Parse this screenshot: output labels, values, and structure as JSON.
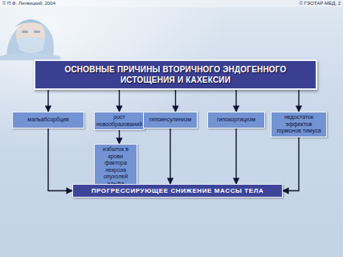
{
  "diagram": {
    "nodes": [
      {
        "text": [
          "ОСНОВНЫЕ ПРИЧИНЫ ВТОРИЧНОГО ЭНДОГЕННОГО ИСТОЩЕНИЯ И КАХЕКСИИ"
        ]
      },
      {
        "text": [
          "мальабсорбция"
        ]
      },
      {
        "text": [
          "рост новообразований"
        ]
      },
      {
        "text": [
          "гипоинсулинизм"
        ]
      },
      {
        "text": [
          "гипокортицизм"
        ]
      },
      {
        "text": [
          "недостаток эффектов гормонов тимуса"
        ]
      },
      {
        "text": [
          "избыток в крови фактора некроза опухолей альфа"
        ]
      },
      {
        "text": [
          "ПРОГРЕССИРУЮЩЕЕ СНИЖЕНИЕ МАССЫ ТЕЛА"
        ]
      }
    ],
    "edges": [
      {
        "from": 0,
        "to": 1,
        "arrow": "to"
      },
      {
        "from": 0,
        "to": 2,
        "arrow": "to"
      },
      {
        "from": 0,
        "to": 3,
        "arrow": "to"
      },
      {
        "from": 0,
        "to": 4,
        "arrow": "to"
      },
      {
        "from": 0,
        "to": 5,
        "arrow": "to"
      },
      {
        "from": 2,
        "to": 6,
        "arrow": "to"
      },
      {
        "from": 1,
        "to": 7,
        "arrow": "to"
      },
      {
        "from": 6,
        "to": 7,
        "arrow": "to"
      },
      {
        "from": 3,
        "to": 7,
        "arrow": "to"
      },
      {
        "from": 4,
        "to": 7,
        "arrow": "to"
      },
      {
        "from": 5,
        "to": 7,
        "arrow": "to"
      }
    ],
    "labels": [
      "© П.Ф. Литвицкий, 2004",
      "© ГЭОТАР-МЕД, 2"
    ]
  }
}
